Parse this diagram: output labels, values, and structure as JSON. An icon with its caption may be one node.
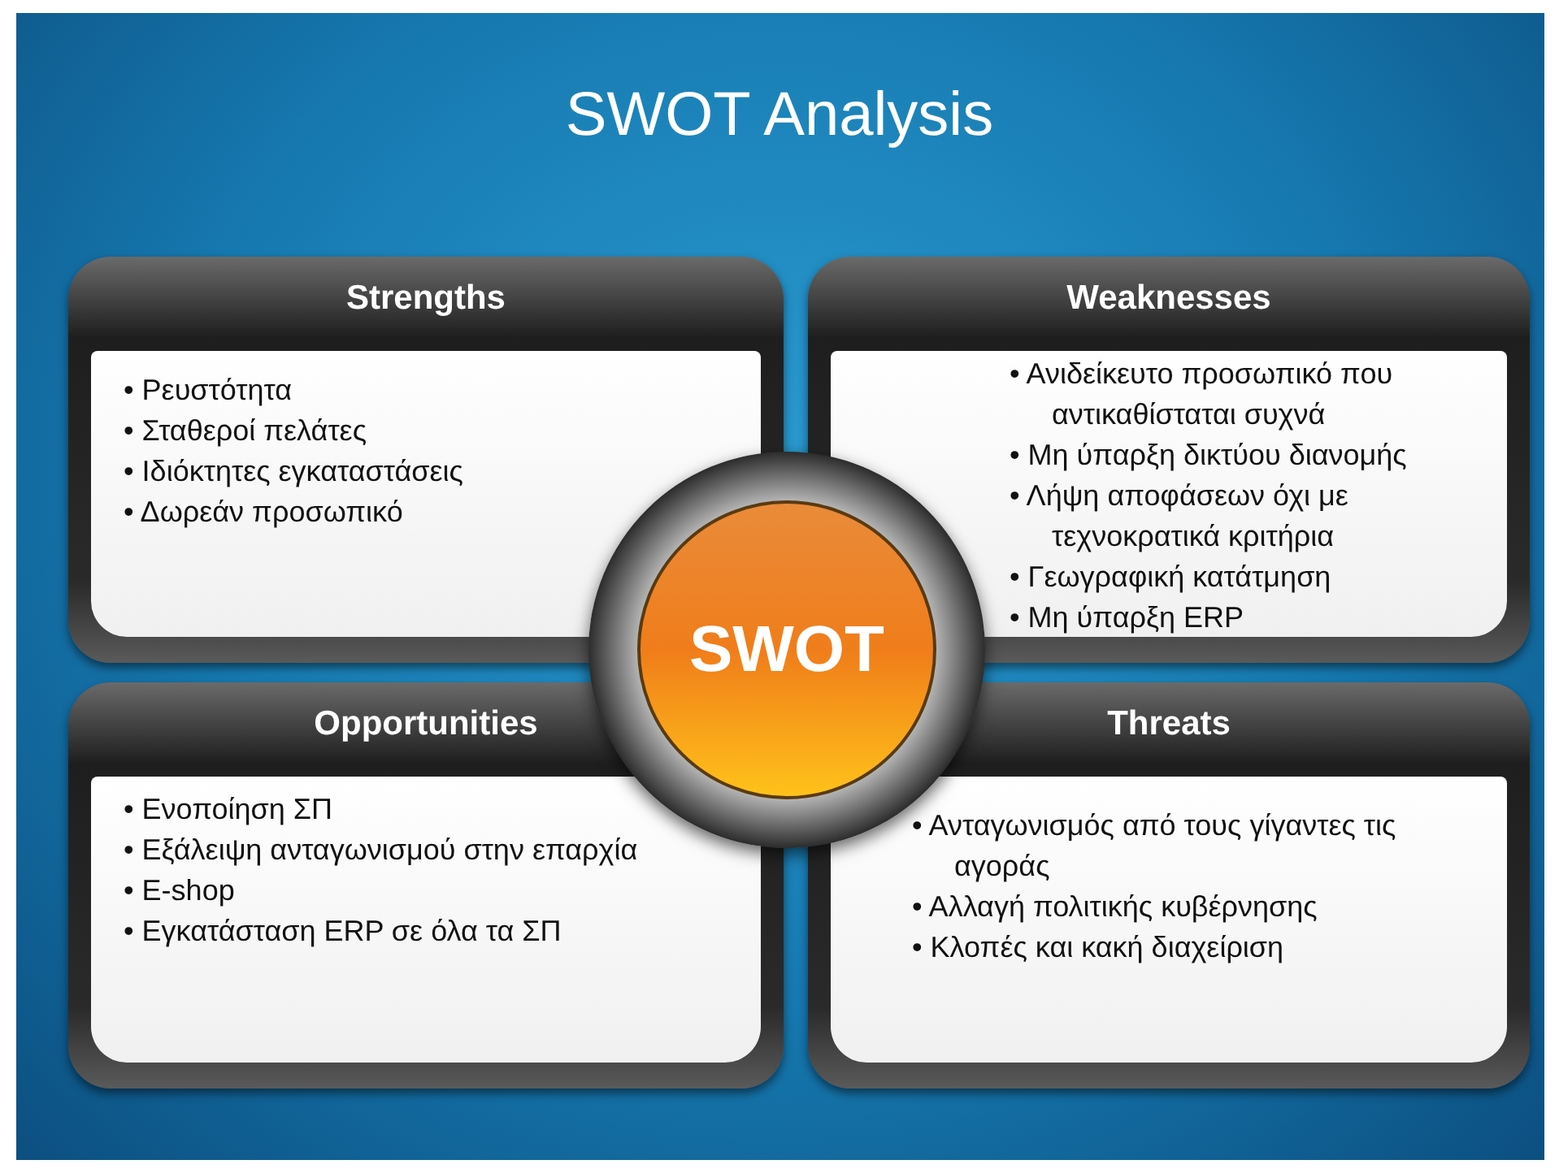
{
  "diagram": {
    "title": "SWOT Analysis",
    "nodes": [
      {
        "text": [
          "Strengths",
          "• Ρευστότητα",
          "• Σταθεροί πελάτες",
          "• Ιδιόκτητες εγκαταστάσεις",
          "• Δωρεάν προσωπικό"
        ]
      },
      {
        "text": [
          "Weaknesses",
          "• Ανιδείκευτο προσωπικό που αντικαθίσταται συχνά",
          "• Μη ύπαρξη δικτύου διανομής",
          "• Λήψη αποφάσεων όχι με τεχνοκρατικά κριτήρια",
          "• Γεωγραφική κατάτμηση",
          "• Μη ύπαρξη ERP"
        ]
      },
      {
        "text": [
          "Opportunities",
          "• Ενοποίηση ΣΠ",
          "• Εξάλειψη ανταγωνισμού στην επαρχία",
          "• E-shop",
          "• Εγκατάσταση ERP σε όλα τα ΣΠ"
        ]
      },
      {
        "text": [
          "Threats",
          "• Ανταγωνισμός από τους γίγαντες τις αγοράς",
          "• Αλλαγή πολιτικής κυβέρνησης",
          "• Κλοπές και κακή διαχείριση"
        ]
      },
      {
        "text": [
          "SWOT"
        ]
      }
    ]
  }
}
